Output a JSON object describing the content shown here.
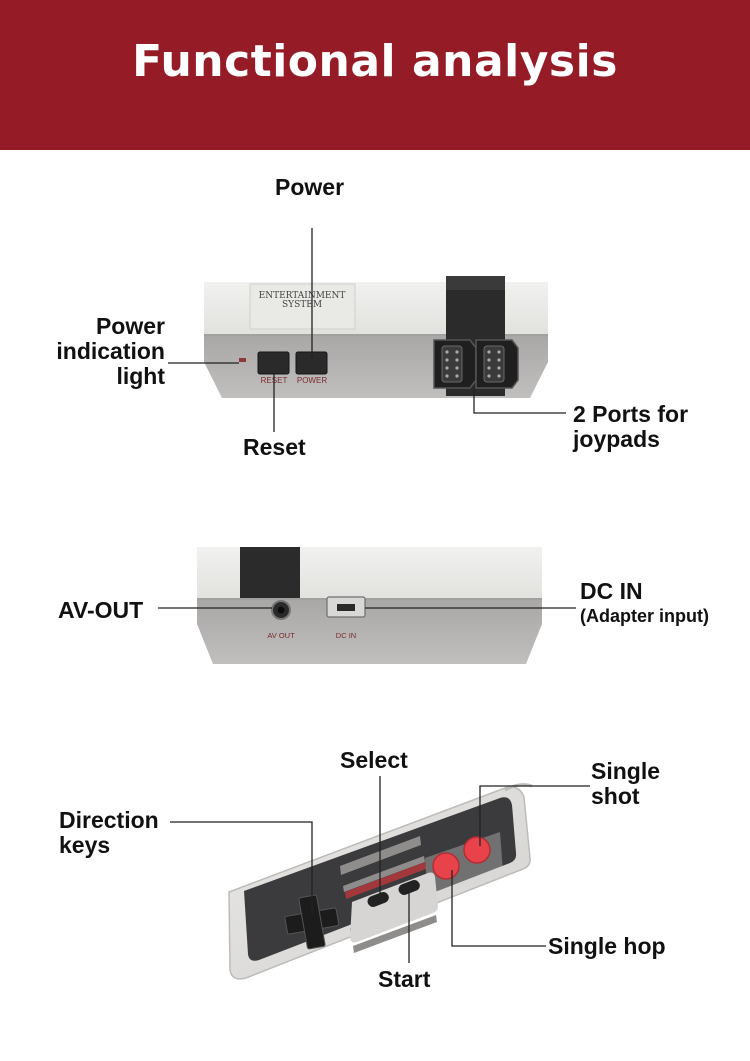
{
  "banner": {
    "title": "Functional analysis",
    "color": "#951c26"
  },
  "console_top": {
    "device_text": [
      "ENTERTAINMENT",
      "SYSTEM"
    ],
    "button_labels": {
      "reset": "RESET",
      "power": "POWER"
    },
    "callouts": {
      "power": "Power",
      "power_light": [
        "Power",
        "indication",
        "light"
      ],
      "reset": "Reset",
      "ports": [
        "2 Ports for",
        "joypads"
      ]
    }
  },
  "console_back": {
    "port_labels": {
      "av_out": "AV OUT",
      "dc_in": "DC IN"
    },
    "callouts": {
      "av_out": "AV-OUT",
      "dc_in": "DC IN",
      "dc_in_sub": "(Adapter input)"
    }
  },
  "controller": {
    "callouts": {
      "select": "Select",
      "single_shot": [
        "Single",
        "shot"
      ],
      "direction_keys": [
        "Direction",
        "keys"
      ],
      "single_hop": "Single hop",
      "start": "Start"
    },
    "button_color": "#e8434a"
  }
}
